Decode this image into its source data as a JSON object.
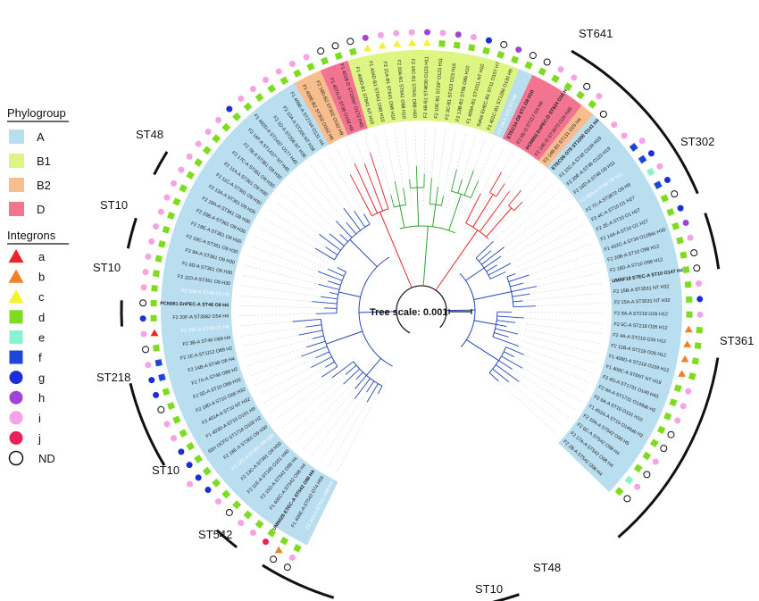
{
  "legend": {
    "phylogroup_title": "Phylogroup",
    "phylogroups": [
      {
        "label": "A",
        "color": "#b9def0"
      },
      {
        "label": "B1",
        "color": "#ddf582"
      },
      {
        "label": "B2",
        "color": "#f8bd8c"
      },
      {
        "label": "D",
        "color": "#f37491"
      }
    ],
    "integrons_title": "Integrons",
    "integrons": [
      {
        "label": "a",
        "shape": "triangle",
        "color": "#e8262a"
      },
      {
        "label": "b",
        "shape": "triangle",
        "color": "#f0812b"
      },
      {
        "label": "c",
        "shape": "triangle",
        "color": "#f3f22d"
      },
      {
        "label": "d",
        "shape": "square",
        "color": "#7ddc1f"
      },
      {
        "label": "e",
        "shape": "square",
        "color": "#8af2d0"
      },
      {
        "label": "f",
        "shape": "square",
        "color": "#1f46d6"
      },
      {
        "label": "g",
        "shape": "circle",
        "color": "#1a2fd8"
      },
      {
        "label": "h",
        "shape": "circle",
        "color": "#a043d6"
      },
      {
        "label": "i",
        "shape": "circle",
        "color": "#f5a3e6"
      },
      {
        "label": "j",
        "shape": "circle",
        "color": "#e8215a"
      },
      {
        "label": "ND",
        "shape": "open-circle",
        "color": "#111111"
      }
    ]
  },
  "scale": {
    "label": "Tree scale: 0.001"
  },
  "leaves": [
    {
      "text": "F2 16A-A ST542 O98 H4",
      "group": "A",
      "bold": false,
      "white": true,
      "marks": [
        "d",
        "i",
        "ND"
      ]
    },
    {
      "text": "F1 406E-A ST542 O74 H56",
      "group": "A",
      "bold": false,
      "white": false,
      "marks": [
        "d",
        "b",
        "ND"
      ]
    },
    {
      "text": "UMN026 ETEC-A ST542 O98 H4",
      "group": "A",
      "bold": true,
      "white": false,
      "marks": [
        "d",
        "j"
      ]
    },
    {
      "text": "F1 405C-A ST542 O98 H4",
      "group": "A",
      "bold": false,
      "white": false,
      "marks": [
        "d",
        "i"
      ]
    },
    {
      "text": "F2 15D-A ST542 O98 H4",
      "group": "A",
      "bold": false,
      "white": false,
      "marks": [
        "d",
        "i"
      ]
    },
    {
      "text": "F2 11E-A ST165 O101 H40",
      "group": "A",
      "bold": false,
      "white": false,
      "marks": [
        "d",
        "ND"
      ]
    },
    {
      "text": "F2 13C-A ST361 O9 H30",
      "group": "A",
      "bold": false,
      "white": false,
      "marks": [
        "d",
        "i"
      ]
    },
    {
      "text": "F2 12C-A ST361 O9 H30",
      "group": "A",
      "bold": false,
      "white": true,
      "marks": [
        "d",
        "g"
      ]
    },
    {
      "text": "F2 18E-A ST361 O9 H30",
      "group": "A",
      "bold": false,
      "white": false,
      "marks": [
        "d",
        "g",
        "i"
      ]
    },
    {
      "text": "92H OCFD ST1716 O100 H2",
      "group": "A",
      "bold": false,
      "white": false,
      "marks": [
        "d",
        "g"
      ]
    },
    {
      "text": "F1 403D-A ST10 O101 H9",
      "group": "A",
      "bold": false,
      "white": false,
      "marks": [
        "d",
        "g"
      ]
    },
    {
      "text": "F2 401A-A ST10 NT H32",
      "group": "A",
      "bold": false,
      "white": false,
      "marks": [
        "d",
        "i"
      ]
    },
    {
      "text": "F2 19D-A ST10 O66 H32",
      "group": "A",
      "bold": false,
      "white": false,
      "marks": [
        "d",
        "i"
      ]
    },
    {
      "text": "F2 5D-A ST10 O66 H32",
      "group": "A",
      "bold": false,
      "white": false,
      "marks": [
        "d",
        "ND"
      ]
    },
    {
      "text": "F2 7A-A ST48 O89 H2",
      "group": "A",
      "bold": false,
      "white": false,
      "marks": [
        "d",
        "g"
      ]
    },
    {
      "text": "F2 14B-A ST48 O8 H4",
      "group": "A",
      "bold": false,
      "white": false,
      "marks": [
        "f",
        "g"
      ]
    },
    {
      "text": "F2 1E-A ST1112 O89 H2",
      "group": "A",
      "bold": false,
      "white": false,
      "marks": [
        "f",
        "i"
      ]
    },
    {
      "text": "F2 3B-A ST48 O89 H4",
      "group": "A",
      "bold": false,
      "white": false,
      "marks": [
        "d",
        "ND"
      ]
    },
    {
      "text": "F2 20C-A ST48 O1 H4",
      "group": "A",
      "bold": false,
      "white": true,
      "marks": [
        "a",
        "i"
      ]
    },
    {
      "text": "F2 20F-A ST3082 O54 H4",
      "group": "A",
      "bold": false,
      "white": false,
      "marks": [
        "d",
        "g"
      ]
    },
    {
      "text": "PCN061 EnPEC-A ST46 O9 H4",
      "group": "A",
      "bold": true,
      "white": false,
      "marks": [
        "d",
        "ND"
      ]
    },
    {
      "text": "F2 12B-A ST48 O1 H4",
      "group": "A",
      "bold": false,
      "white": true,
      "marks": [
        "d",
        "i"
      ]
    },
    {
      "text": "F2 11D-A ST361 O9 H30",
      "group": "A",
      "bold": false,
      "white": false,
      "marks": [
        "d",
        "i"
      ]
    },
    {
      "text": "F1 6D-A ST361 O9 H30",
      "group": "A",
      "bold": false,
      "white": false,
      "marks": [
        "d",
        "i"
      ]
    },
    {
      "text": "F2 9A-A ST361 O9 H30",
      "group": "A",
      "bold": false,
      "white": false,
      "marks": [
        "d",
        "i"
      ]
    },
    {
      "text": "F2 19C-A ST361 O9 H30",
      "group": "A",
      "bold": false,
      "white": false,
      "marks": [
        "d",
        "i"
      ]
    },
    {
      "text": "F2 18E-A ST361 O9 H30",
      "group": "A",
      "bold": false,
      "white": false,
      "marks": [
        "d",
        "i"
      ]
    },
    {
      "text": "F2 20B-A ST361 O9 H30",
      "group": "A",
      "bold": false,
      "white": false,
      "marks": [
        "d",
        "i"
      ]
    },
    {
      "text": "F2 18A-A ST361 O9 H30",
      "group": "A",
      "bold": false,
      "white": false,
      "marks": [
        "d",
        "i"
      ]
    },
    {
      "text": "F2 13A-A ST361 O9 H30",
      "group": "A",
      "bold": false,
      "white": false,
      "marks": [
        "d",
        "i"
      ]
    },
    {
      "text": "F2 11C-A ST361 O9 H30",
      "group": "A",
      "bold": false,
      "white": false,
      "marks": [
        "d",
        "i"
      ]
    },
    {
      "text": "F2 11A-A ST361 O9 H30",
      "group": "A",
      "bold": false,
      "white": false,
      "marks": [
        "d",
        "i"
      ]
    },
    {
      "text": "F2 17C-A ST361 O9 H30",
      "group": "A",
      "bold": false,
      "white": false,
      "marks": [
        "d",
        "i"
      ]
    },
    {
      "text": "F2 7B-A ST361 O9 H30",
      "group": "A",
      "bold": false,
      "white": false,
      "marks": [
        "d",
        "i"
      ]
    },
    {
      "text": "F2 16F-A ST1437* NT H45",
      "group": "A",
      "bold": false,
      "white": false,
      "marks": [
        "d",
        "g"
      ]
    },
    {
      "text": "F1 402D-A ST1437 O177 H45",
      "group": "A",
      "bold": false,
      "white": false,
      "marks": [
        "d",
        "i"
      ]
    },
    {
      "text": "F2 1D-A ST206 NT H38",
      "group": "A",
      "bold": false,
      "white": false,
      "marks": [
        "d",
        "i"
      ]
    },
    {
      "text": "F2 10A-A ST206 NT H38",
      "group": "A",
      "bold": false,
      "white": false,
      "marks": [
        "d",
        "i"
      ]
    },
    {
      "text": "F1 409E-A ST2744 O131 H4",
      "group": "A",
      "bold": false,
      "white": false,
      "marks": [
        "d",
        "i"
      ]
    },
    {
      "text": "F1 409E-B2 ST302 O162 H9",
      "group": "B2",
      "bold": false,
      "white": false,
      "marks": [
        "d",
        "i"
      ]
    },
    {
      "text": "F2 18D-B2 ST302 O162 H9",
      "group": "B2",
      "bold": false,
      "white": false,
      "marks": [
        "d",
        "i"
      ]
    },
    {
      "text": "F1 407A-D ST38 O158 H9",
      "group": "D",
      "bold": false,
      "white": false,
      "marks": [
        "d",
        "ND"
      ]
    },
    {
      "text": "F1 401B-D ST1556* O172 H45",
      "group": "D",
      "bold": false,
      "white": false,
      "marks": [
        "d",
        "ND"
      ]
    },
    {
      "text": "F1 400D-B1 ST641 NT H10",
      "group": "B1",
      "bold": false,
      "white": false,
      "marks": [
        "d",
        "ND"
      ]
    },
    {
      "text": "F1 404D-B1 ST641 O98 H10",
      "group": "B1",
      "bold": false,
      "white": false,
      "marks": [
        "c",
        "h"
      ]
    },
    {
      "text": "F2 21A-B1 ST641 O98 H10",
      "group": "B1",
      "bold": false,
      "white": false,
      "marks": [
        "c",
        "i"
      ]
    },
    {
      "text": "F2 20A-B1 ST641 O98 H10",
      "group": "B1",
      "bold": false,
      "white": false,
      "marks": [
        "c",
        "i"
      ]
    },
    {
      "text": "F2 16C-B1 ST641 O88 H10",
      "group": "B1",
      "bold": false,
      "white": false,
      "marks": [
        "c",
        "i"
      ]
    },
    {
      "text": "F2 4B-B1 ST4630 O123 H11",
      "group": "B1",
      "bold": false,
      "white": false,
      "marks": [
        "c",
        "h"
      ]
    },
    {
      "text": "F2 10E-B1 ST29* O123 H11",
      "group": "B1",
      "bold": false,
      "white": false,
      "marks": [
        "d",
        "i"
      ]
    },
    {
      "text": "F2 3C-B1 ST423 O23 H16",
      "group": "B1",
      "bold": false,
      "white": false,
      "marks": [
        "d",
        "h"
      ]
    },
    {
      "text": "F2 13B-B1 ST86 O86 H10",
      "group": "B1",
      "bold": false,
      "white": false,
      "marks": [
        "d",
        "i"
      ]
    },
    {
      "text": "F1 408A-B1 ST1011 NT H10",
      "group": "B1",
      "bold": false,
      "white": false,
      "marks": [
        "d",
        "g"
      ]
    },
    {
      "text": "Sakai EHEC-B1 ST11 O157 H7",
      "group": "B1",
      "bold": false,
      "white": false,
      "marks": [
        "d",
        "ND"
      ]
    },
    {
      "text": "F1 401C-B1 ST1286 O130 H9",
      "group": "B1",
      "bold": false,
      "white": false,
      "marks": [
        "d",
        "h"
      ]
    },
    {
      "text": "F2 1B-A ST5 NT H8",
      "group": "A",
      "bold": false,
      "white": true,
      "marks": [
        "d",
        "ND"
      ]
    },
    {
      "text": "ETEC14 O8 ST1 O8 H10",
      "group": "D",
      "bold": true,
      "white": false,
      "marks": [
        "d",
        "ND"
      ]
    },
    {
      "text": "F2 5E-D ST117 O4 H9",
      "group": "D",
      "bold": false,
      "white": false,
      "marks": [
        "d",
        "i"
      ]
    },
    {
      "text": "PCN003 EnPEC-D ST624 O16 H10",
      "group": "D",
      "bold": true,
      "white": false,
      "marks": [
        "d",
        "i"
      ]
    },
    {
      "text": "F2 14E-D ST3570 O29 H45",
      "group": "D",
      "bold": false,
      "white": false,
      "marks": [
        "d",
        "ND"
      ]
    },
    {
      "text": "F2 14B-B2 ST131 O25 H4",
      "group": "B2",
      "bold": false,
      "white": false,
      "marks": [
        "d",
        "i"
      ]
    },
    {
      "text": "ETEC08 O78 ST1200 O141 H4",
      "group": "A",
      "bold": true,
      "white": false,
      "marks": [
        "ND"
      ]
    },
    {
      "text": "F2 15C-A ST48 O109 H19",
      "group": "A",
      "bold": false,
      "white": false,
      "marks": [
        "i"
      ]
    },
    {
      "text": "F2 20E-A ST48 O123 H19",
      "group": "A",
      "bold": false,
      "white": false,
      "marks": [
        "i"
      ]
    },
    {
      "text": "F2 16D-A ST48 O9 H11",
      "group": "A",
      "bold": false,
      "white": false,
      "marks": [
        "f",
        "i"
      ]
    },
    {
      "text": "F2 20D-A ST48 O9 H11",
      "group": "A",
      "bold": false,
      "white": true,
      "marks": [
        "f",
        "g"
      ]
    },
    {
      "text": "F2 7C-A ST3872 O9 H9",
      "group": "A",
      "bold": false,
      "white": false,
      "marks": [
        "e",
        "i"
      ]
    },
    {
      "text": "F2 4C-A ST10 O1 H27",
      "group": "A",
      "bold": false,
      "white": false,
      "marks": [
        "f",
        "g"
      ]
    },
    {
      "text": "F2 2E-A ST10 O1 H27",
      "group": "A",
      "bold": false,
      "white": false,
      "marks": [
        "d",
        "ND"
      ]
    },
    {
      "text": "F2 14A-A ST10 O1 H27",
      "group": "A",
      "bold": false,
      "white": false,
      "marks": [
        "d",
        "g"
      ]
    },
    {
      "text": "F1 402C-A ST34 O128ac H30",
      "group": "A",
      "bold": false,
      "white": false,
      "marks": [
        "d",
        "h"
      ]
    },
    {
      "text": "F2 20B-A ST10 O98 H12",
      "group": "A",
      "bold": false,
      "white": false,
      "marks": [
        "d",
        "i"
      ]
    },
    {
      "text": "F2 18D-A ST10 O98 H12",
      "group": "A",
      "bold": false,
      "white": false,
      "marks": [
        "d",
        "ND"
      ]
    },
    {
      "text": "UMNF18 ETEC-A ST10 O147 H4",
      "group": "A",
      "bold": true,
      "white": false,
      "marks": [
        "d",
        "ND"
      ]
    },
    {
      "text": "F2 15B-A ST3531 NT H32",
      "group": "A",
      "bold": false,
      "white": false,
      "marks": [
        "d",
        "i"
      ]
    },
    {
      "text": "F2 15A-A ST3531 NT H32",
      "group": "A",
      "bold": false,
      "white": false,
      "marks": [
        "d",
        "g"
      ]
    },
    {
      "text": "F2 8A-A ST218 O26 H12",
      "group": "A",
      "bold": false,
      "white": false,
      "marks": [
        "d",
        "i"
      ]
    },
    {
      "text": "F2 5C-A ST218 O26 H12",
      "group": "A",
      "bold": false,
      "white": false,
      "marks": [
        "b",
        "d"
      ]
    },
    {
      "text": "F2 4A-A ST218 O26 H12",
      "group": "A",
      "bold": false,
      "white": false,
      "marks": [
        "b",
        "d"
      ]
    },
    {
      "text": "F2 11B-A ST218 O28 H12",
      "group": "A",
      "bold": false,
      "white": false,
      "marks": [
        "b",
        "d"
      ]
    },
    {
      "text": "F1 409D-A ST218 O159 H12",
      "group": "A",
      "bold": false,
      "white": false,
      "marks": [
        "b",
        "d"
      ]
    },
    {
      "text": "F1 409C-A ST6NT NT H19",
      "group": "A",
      "bold": false,
      "white": false,
      "marks": [
        "d",
        "i"
      ]
    },
    {
      "text": "F2 4D-A ST1731 O149 H43",
      "group": "A",
      "bold": false,
      "white": false,
      "marks": [
        "d",
        "i"
      ]
    },
    {
      "text": "F2 9A-A ST1731 O149ab H2",
      "group": "A",
      "bold": false,
      "white": false,
      "marks": [
        "d",
        "i"
      ]
    },
    {
      "text": "F2 6A-A ST10 O101 H10",
      "group": "A",
      "bold": false,
      "white": false,
      "marks": [
        "d",
        "ND"
      ]
    },
    {
      "text": "F1 402A-A ST10 O149ab H2",
      "group": "A",
      "bold": false,
      "white": false,
      "marks": [
        "d",
        "ND"
      ]
    },
    {
      "text": "F2 10A-A ST542 O90 H5",
      "group": "A",
      "bold": false,
      "white": false,
      "marks": [
        "d",
        "i"
      ]
    },
    {
      "text": "F2 6C-A ST542 O98 H4",
      "group": "A",
      "bold": false,
      "white": false,
      "marks": [
        "d",
        "ND"
      ]
    },
    {
      "text": "F2 17A-A ST542 O98 H4",
      "group": "A",
      "bold": false,
      "white": false,
      "marks": [
        "e",
        "i"
      ]
    },
    {
      "text": "F2 2B-A ST542 O98 H4",
      "group": "A",
      "bold": false,
      "white": false,
      "marks": [
        "d",
        "ND"
      ]
    }
  ],
  "st_labels": [
    {
      "text": "ST641"
    },
    {
      "text": "ST302"
    },
    {
      "text": "ST361"
    },
    {
      "text": "ST48"
    },
    {
      "text": "ST10"
    },
    {
      "text": "ST542"
    },
    {
      "text": "ST10"
    },
    {
      "text": "ST218"
    },
    {
      "text": "ST10"
    },
    {
      "text": "ST10"
    },
    {
      "text": "ST48"
    }
  ]
}
